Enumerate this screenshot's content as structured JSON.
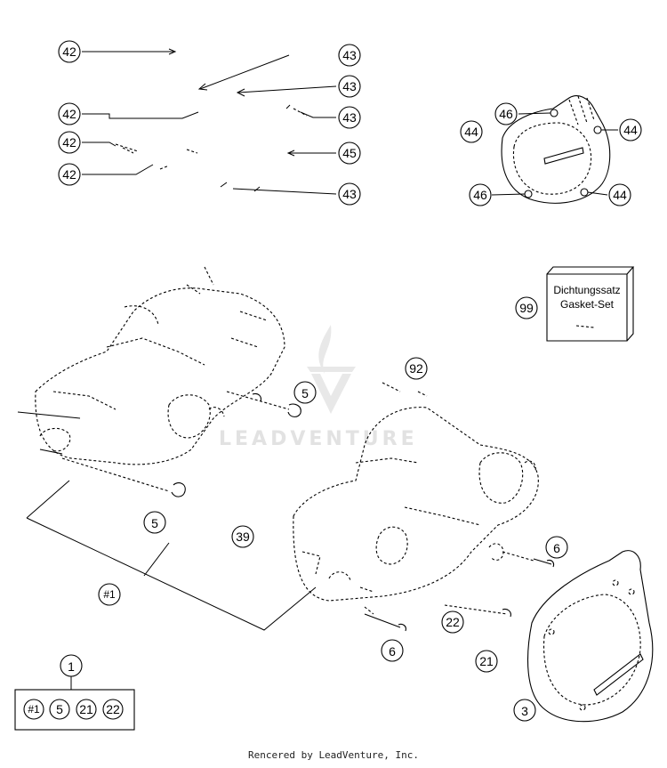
{
  "callouts": {
    "c42a": "42",
    "c42b": "42",
    "c42c": "42",
    "c42d": "42",
    "c43a": "43",
    "c43b": "43",
    "c43c": "43",
    "c43d": "43",
    "c45": "45",
    "c46a": "46",
    "c46b": "46",
    "c44a": "44",
    "c44b": "44",
    "c44c": "44",
    "c99": "99",
    "c92": "92",
    "c5a": "5",
    "c5b": "5",
    "c39": "39",
    "c6a": "6",
    "c6b": "6",
    "c1": "#1",
    "c22": "22",
    "c21": "21",
    "c3": "3",
    "c1top": "1",
    "k1": "#1",
    "k5": "5",
    "k21": "21",
    "k22": "22"
  },
  "gasket_box": {
    "line1": "Dichtungssatz",
    "line2": "Gasket-Set"
  },
  "watermark": {
    "brand": "LEADVENTURE"
  },
  "footer": {
    "text": "Rencered by LeadVenture, Inc."
  }
}
